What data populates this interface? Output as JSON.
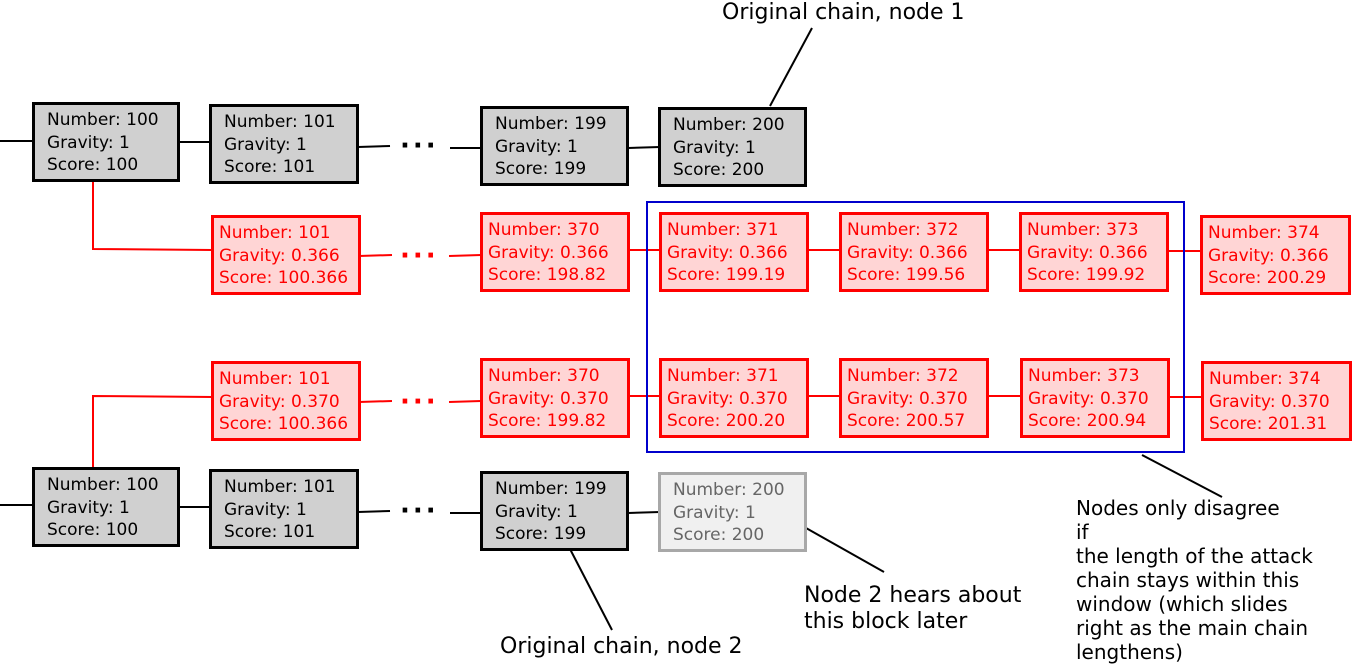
{
  "colors": {
    "main_fill": "#d0d0d0",
    "main_border": "#000000",
    "attack_fill": "#ffd5d5",
    "attack_border": "#ff0000",
    "ghost_border": "#a8a8a8",
    "ghost_text": "#666666",
    "window_border": "#0000cc"
  },
  "rows": {
    "top_main": [
      {
        "number": "Number: 100",
        "gravity": "Gravity: 1",
        "score": "Score: 100"
      },
      {
        "number": "Number: 101",
        "gravity": "Gravity: 1",
        "score": "Score: 101"
      },
      {
        "number": "Number: 199",
        "gravity": "Gravity: 1",
        "score": "Score: 199"
      },
      {
        "number": "Number: 200",
        "gravity": "Gravity: 1",
        "score": "Score: 200"
      }
    ],
    "attack_a": [
      {
        "number": "Number: 101",
        "gravity": "Gravity: 0.366",
        "score": "Score: 100.366"
      },
      {
        "number": "Number: 370",
        "gravity": "Gravity: 0.366",
        "score": "Score: 198.82"
      },
      {
        "number": "Number: 371",
        "gravity": "Gravity: 0.366",
        "score": "Score: 199.19"
      },
      {
        "number": "Number: 372",
        "gravity": "Gravity: 0.366",
        "score": "Score: 199.56"
      },
      {
        "number": "Number: 373",
        "gravity": "Gravity: 0.366",
        "score": "Score: 199.92"
      },
      {
        "number": "Number: 374",
        "gravity": "Gravity: 0.366",
        "score": "Score: 200.29"
      }
    ],
    "attack_b": [
      {
        "number": "Number: 101",
        "gravity": "Gravity: 0.370",
        "score": "Score: 100.366"
      },
      {
        "number": "Number: 370",
        "gravity": "Gravity: 0.370",
        "score": "Score: 199.82"
      },
      {
        "number": "Number: 371",
        "gravity": "Gravity: 0.370",
        "score": "Score: 200.20"
      },
      {
        "number": "Number: 372",
        "gravity": "Gravity: 0.370",
        "score": "Score: 200.57"
      },
      {
        "number": "Number: 373",
        "gravity": "Gravity: 0.370",
        "score": "Score: 200.94"
      },
      {
        "number": "Number: 374",
        "gravity": "Gravity: 0.370",
        "score": "Score: 201.31"
      }
    ],
    "bottom_main": [
      {
        "number": "Number: 100",
        "gravity": "Gravity: 1",
        "score": "Score: 100"
      },
      {
        "number": "Number: 101",
        "gravity": "Gravity: 1",
        "score": "Score: 101"
      },
      {
        "number": "Number: 199",
        "gravity": "Gravity: 1",
        "score": "Score: 199"
      },
      {
        "number": "Number: 200",
        "gravity": "Gravity: 1",
        "score": "Score: 200"
      }
    ]
  },
  "ellipsis": "···",
  "annotations": {
    "node1_label": "Original chain, node 1",
    "node2_label": "Original chain, node 2",
    "hears_later": [
      "Node 2 hears about",
      "this block later"
    ],
    "window_note": [
      "Nodes only disagree",
      "if",
      "the length of the attack",
      "chain stays within this",
      "window (which slides",
      "right as the main chain",
      "lengthens)"
    ]
  }
}
